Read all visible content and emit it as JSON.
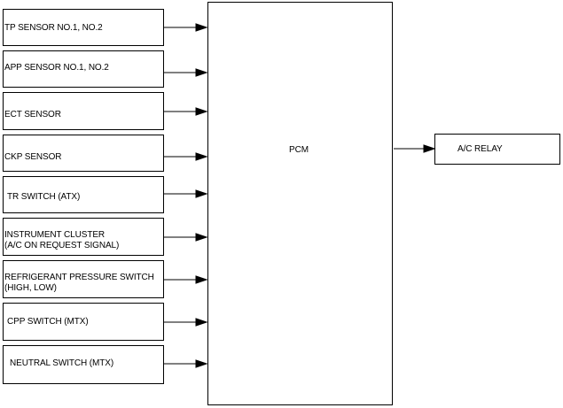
{
  "inputs": [
    {
      "lines": [
        "TP SENSOR NO.1, NO.2"
      ]
    },
    {
      "lines": [
        "APP SENSOR NO.1, NO.2"
      ]
    },
    {
      "lines": [
        "ECT SENSOR"
      ]
    },
    {
      "lines": [
        "CKP SENSOR"
      ]
    },
    {
      "lines": [
        "TR SWITCH (ATX)"
      ]
    },
    {
      "lines": [
        "INSTRUMENT CLUSTER",
        "(A/C ON REQUEST SIGNAL)"
      ]
    },
    {
      "lines": [
        "REFRIGERANT PRESSURE SWITCH",
        "(HIGH, LOW)"
      ]
    },
    {
      "lines": [
        "CPP SWITCH (MTX)"
      ]
    },
    {
      "lines": [
        "NEUTRAL SWITCH (MTX)"
      ]
    }
  ],
  "controller": {
    "label": "PCM"
  },
  "output": {
    "label": "A/C RELAY"
  }
}
